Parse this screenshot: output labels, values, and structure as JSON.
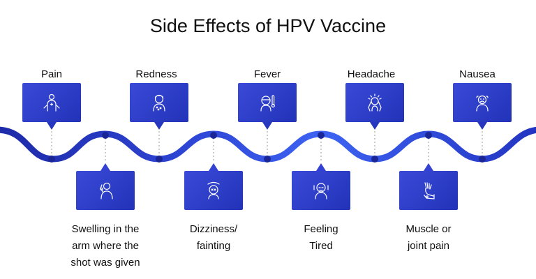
{
  "title": "Side Effects of HPV Vaccine",
  "colors": {
    "wave_dark": "#1d2aa8",
    "wave_light": "#3b5cf0",
    "card": "#2a3ac8",
    "dot": "#1a2696",
    "connector": "#9a9a9a"
  },
  "top_effects": [
    {
      "label": "Pain",
      "icon": "pain-icon"
    },
    {
      "label": "Redness",
      "icon": "redness-icon"
    },
    {
      "label": "Fever",
      "icon": "fever-icon"
    },
    {
      "label": "Headache",
      "icon": "headache-icon"
    },
    {
      "label": "Nausea",
      "icon": "nausea-icon"
    }
  ],
  "bottom_effects": [
    {
      "lines": [
        "Swelling in the",
        "arm where the",
        "shot was given"
      ],
      "icon": "swelling-arm-icon"
    },
    {
      "lines": [
        "Dizziness/",
        "fainting"
      ],
      "icon": "dizziness-icon"
    },
    {
      "lines": [
        "Feeling",
        "Tired"
      ],
      "icon": "tired-icon"
    },
    {
      "lines": [
        "Muscle or",
        "joint pain"
      ],
      "icon": "muscle-joint-icon"
    }
  ]
}
